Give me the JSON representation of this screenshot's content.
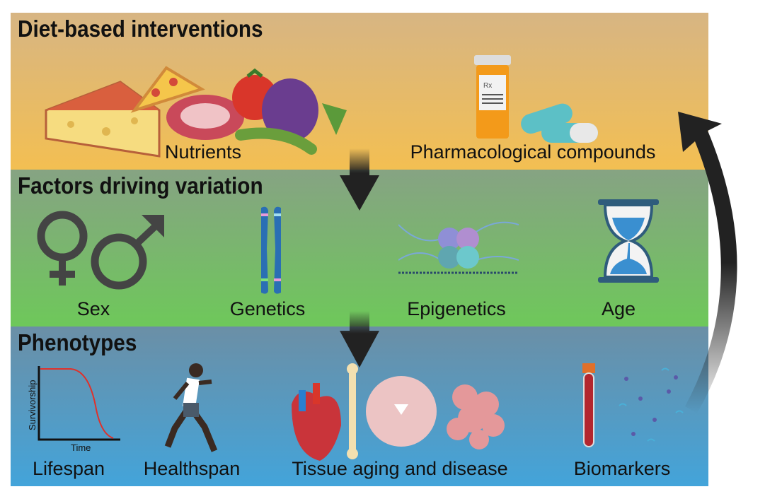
{
  "sections": [
    {
      "title": "Diet-based interventions",
      "items": [
        "Nutrients",
        "Pharmacological compounds"
      ]
    },
    {
      "title": "Factors driving variation",
      "items": [
        "Sex",
        "Genetics",
        "Epigenetics",
        "Age"
      ]
    },
    {
      "title": "Phenotypes",
      "items": [
        "Lifespan",
        "Healthspan",
        "Tissue aging and disease",
        "Biomarkers"
      ]
    }
  ],
  "lifespan_plot": {
    "ylabel": "Survivorship",
    "xlabel": "Time"
  },
  "pill_label": "Rx",
  "colors": {
    "diet": "#f3bf52",
    "factors": "#6ec85a",
    "phenotypes": "#43a4da",
    "arrow": "#222222"
  }
}
